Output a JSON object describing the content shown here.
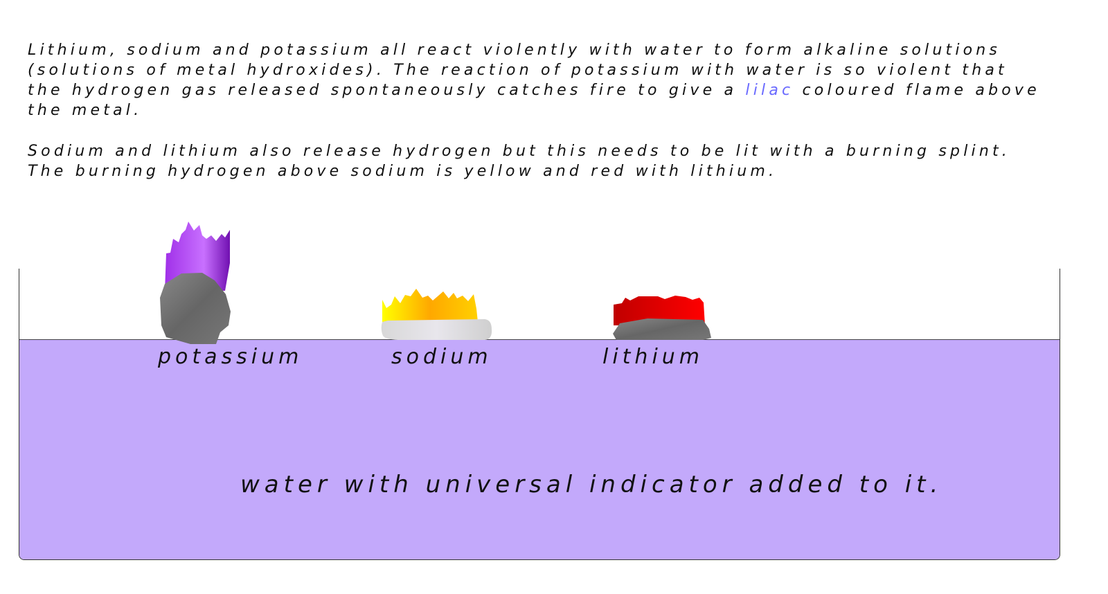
{
  "intro": {
    "line1": "Lithium, sodium and potassium all react violently with water to form alkaline solutions",
    "line2": "(solutions of metal hydroxides).  The reaction of potassium with water is so violent that",
    "line3_before": "the hydrogen gas released spontaneously catches fire to give a ",
    "line3_highlight": "lilac",
    "line3_after": " coloured flame above",
    "line4": "the metal.",
    "highlight_color": "#6a6aff"
  },
  "second_paragraph": {
    "line1": "Sodium and lithium also release hydrogen but this needs to be lit with a burning splint.",
    "line2": "The burning hydrogen above sodium is yellow and red with lithium."
  },
  "metals": [
    {
      "label": "potassium",
      "flame_color": "#b040f0"
    },
    {
      "label": "sodium",
      "flame_color": "#ffb000"
    },
    {
      "label": "lithium",
      "flame_color": "#e80000"
    }
  ],
  "water_label": "water with universal indicator added to it.",
  "water_color": "#c3a9fb"
}
